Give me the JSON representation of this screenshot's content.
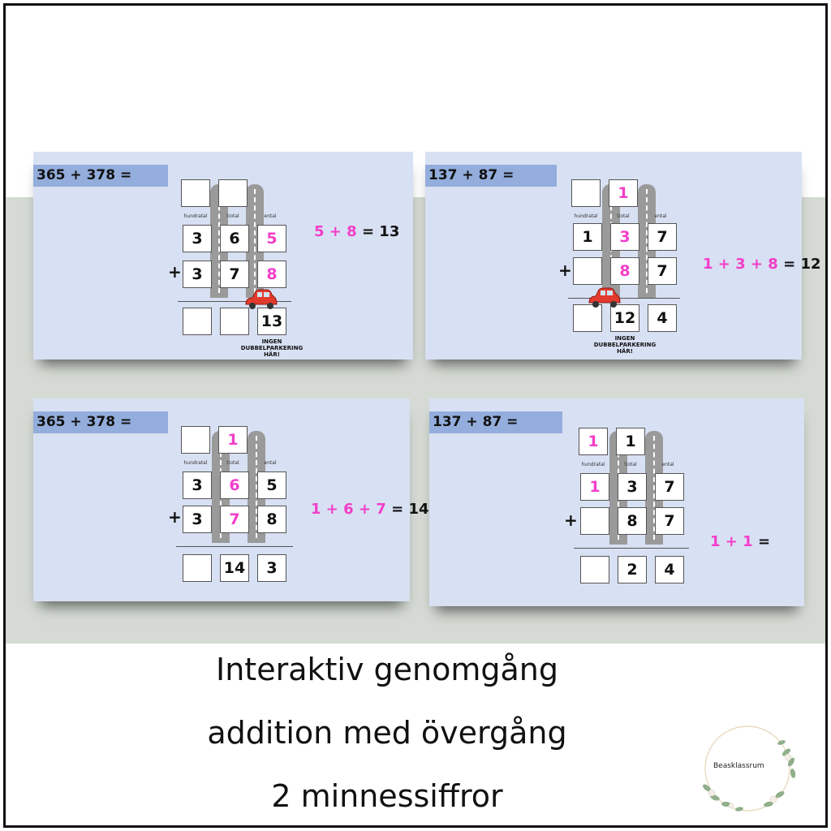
{
  "slides": [
    {
      "equation": "365 + 378 =",
      "column_labels": [
        "hundratal",
        "tiotal",
        "ental"
      ],
      "carry": [
        "",
        ""
      ],
      "row1": [
        "3",
        "6",
        "5"
      ],
      "row2": [
        "3",
        "7",
        "8"
      ],
      "result": [
        "",
        "",
        "13"
      ],
      "side_left": "5 + 8",
      "side_right": "= 13",
      "note": "INGEN DUBBELPARKERING HÄR!"
    },
    {
      "equation": "137 + 87 =",
      "column_labels": [
        "hundratal",
        "tiotal",
        "ental"
      ],
      "carry": [
        "",
        "1"
      ],
      "row1": [
        "1",
        "3",
        "7"
      ],
      "row2": [
        "",
        "8",
        "7"
      ],
      "result": [
        "",
        "12",
        "4"
      ],
      "side_left": "1 + 3 + 8",
      "side_right": "= 12",
      "note": "INGEN DUBBELPARKERING HÄR!"
    },
    {
      "equation": "365 + 378 =",
      "column_labels": [
        "hundratal",
        "tiotal",
        "ental"
      ],
      "carry": [
        "",
        "1"
      ],
      "row1": [
        "3",
        "6",
        "5"
      ],
      "row2": [
        "3",
        "7",
        "8"
      ],
      "result": [
        "",
        "14",
        "3"
      ],
      "side_left": "1 + 6 + 7",
      "side_right": "= 14"
    },
    {
      "equation": "137 + 87 =",
      "column_labels": [
        "hundratal",
        "tiotal",
        "ental"
      ],
      "carry": [
        "1",
        "1"
      ],
      "row1": [
        "1",
        "3",
        "7"
      ],
      "row2": [
        "",
        "8",
        "7"
      ],
      "result": [
        "",
        "2",
        "4"
      ],
      "side_left": "1 + 1",
      "side_right": "="
    }
  ],
  "plus_sign": "+",
  "caption": {
    "line1": "Interaktiv genomgång",
    "line2": "addition med övergång",
    "line3": "2 minnessiffror"
  },
  "logo_text": "Beasklassrum",
  "colors": {
    "accent_pink": "#f23ec9",
    "slide_bg": "#d8e0f3",
    "equation_bar": "#93addc",
    "band": "#d5dbd4"
  }
}
